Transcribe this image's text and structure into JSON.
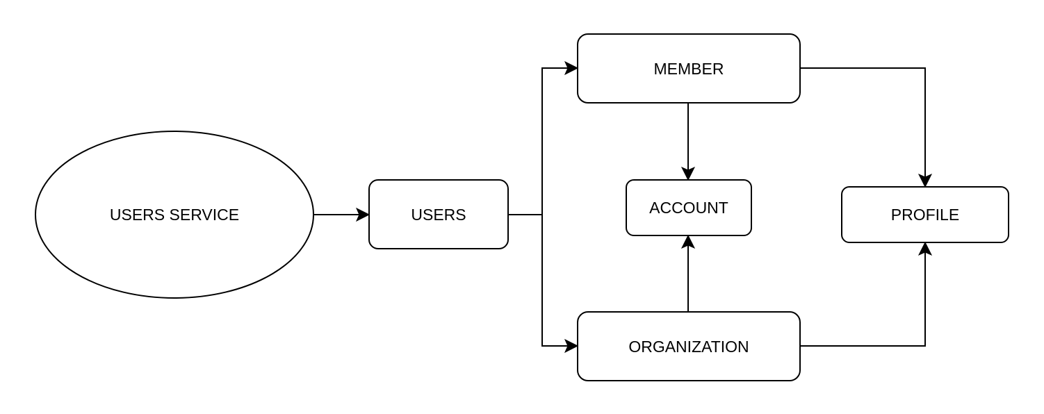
{
  "diagram": {
    "nodes": {
      "users_service": {
        "label": "USERS SERVICE",
        "shape": "ellipse"
      },
      "users": {
        "label": "USERS",
        "shape": "rounded-rectangle"
      },
      "member": {
        "label": "MEMBER",
        "shape": "rounded-rectangle"
      },
      "account": {
        "label": "ACCOUNT",
        "shape": "rounded-rectangle"
      },
      "organization": {
        "label": "ORGANIZATION",
        "shape": "rounded-rectangle"
      },
      "profile": {
        "label": "PROFILE",
        "shape": "rounded-rectangle"
      }
    },
    "edges": [
      {
        "from": "USERS SERVICE",
        "to": "USERS"
      },
      {
        "from": "USERS",
        "to": "MEMBER"
      },
      {
        "from": "USERS",
        "to": "ORGANIZATION"
      },
      {
        "from": "MEMBER",
        "to": "ACCOUNT"
      },
      {
        "from": "ORGANIZATION",
        "to": "ACCOUNT"
      },
      {
        "from": "MEMBER",
        "to": "PROFILE"
      },
      {
        "from": "ORGANIZATION",
        "to": "PROFILE"
      }
    ],
    "colors": {
      "stroke": "#000000",
      "fill": "#ffffff",
      "background": "#ffffff"
    }
  }
}
